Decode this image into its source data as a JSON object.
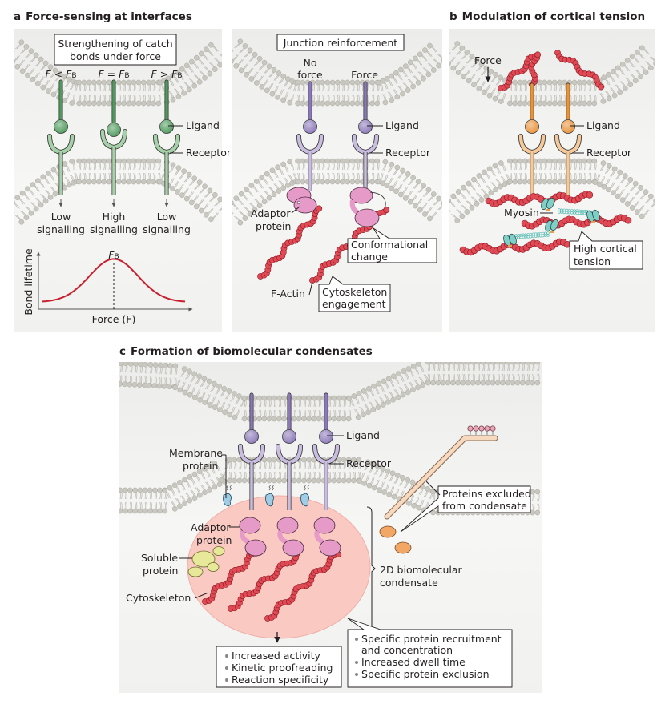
{
  "panel_a": {
    "letter": "a",
    "title": "Force-sensing at interfaces",
    "left": {
      "box_line1": "Strengthening of catch",
      "box_line2": "bonds under force",
      "conditions": [
        {
          "f": "F",
          "op": " < ",
          "fb": "F",
          "sub": "B"
        },
        {
          "f": "F",
          "op": " = ",
          "fb": "F",
          "sub": "B"
        },
        {
          "f": "F",
          "op": " > ",
          "fb": "F",
          "sub": "B"
        }
      ],
      "ligand_label": "Ligand",
      "receptor_label": "Receptor",
      "outcomes": [
        {
          "line1": "Low",
          "line2": "signalling"
        },
        {
          "line1": "High",
          "line2": "signalling"
        },
        {
          "line1": "Low",
          "line2": "signalling"
        }
      ],
      "receptor_color": "#4e9a5c",
      "receptor_light": "#a6d1a8"
    },
    "right": {
      "box_label": "Junction reinforcement",
      "col1_line1": "No",
      "col1_line2": "force",
      "col2_line1": "Force",
      "ligand_label": "Ligand",
      "receptor_label": "Receptor",
      "adaptor_line1": "Adaptor",
      "adaptor_line2": "protein",
      "conformational_line1": "Conformational",
      "conformational_line2": "change",
      "factin_label": "F-Actin",
      "cyto_line1": "Cytoskeleton",
      "cyto_line2": "engagement",
      "receptor_color": "#8b78b8",
      "receptor_light": "#c9bde0"
    }
  },
  "panel_b": {
    "letter": "b",
    "title": "Modulation of cortical tension",
    "force_label": "Force",
    "ligand_label": "Ligand",
    "receptor_label": "Receptor",
    "myosin_label": "Myosin",
    "tension_line1": "High cortical",
    "tension_line2": "tension",
    "receptor_color": "#e8923a",
    "receptor_light": "#f5c99a"
  },
  "panel_c": {
    "letter": "c",
    "title": "Formation of biomolecular condensates",
    "ligand_label": "Ligand",
    "receptor_label": "Receptor",
    "membrane_line1": "Membrane",
    "membrane_line2": "protein",
    "adaptor_line1": "Adaptor",
    "adaptor_line2": "protein",
    "soluble_line1": "Soluble",
    "soluble_line2": "protein",
    "cyto_label": "Cytoskeleton",
    "excluded_line1": "Proteins excluded",
    "excluded_line2": "from condensate",
    "condensate_line1": "2D biomolecular",
    "condensate_line2": "condensate",
    "outcomes": [
      "Increased activity",
      "Kinetic proofreading",
      "Reaction specificity"
    ],
    "features": [
      "Specific protein recruitment",
      "and concentration",
      "Increased dwell time",
      "Specific protein exclusion"
    ],
    "condensate_color": "#f9c9c2"
  },
  "chart_data": {
    "type": "line",
    "title": "",
    "xlabel": "Force (F)",
    "ylabel": "Bond lifetime",
    "annotation": "FB",
    "series": [
      {
        "name": "Catch bond lifetime",
        "shape": "bell curve peaking at FB"
      }
    ],
    "x": [
      0,
      0.1,
      0.2,
      0.3,
      0.4,
      0.5,
      0.6,
      0.7,
      0.8,
      0.9,
      1.0
    ],
    "values": [
      0.05,
      0.08,
      0.16,
      0.35,
      0.7,
      1.0,
      0.7,
      0.35,
      0.16,
      0.08,
      0.05
    ],
    "xlim": [
      0,
      1
    ],
    "ylim": [
      0,
      1.15
    ],
    "grid": false
  },
  "colors": {
    "lipid": "#c9c8c0",
    "actin": "#c8202f",
    "actin_light": "#e04a55",
    "adaptor": "#e59ac8",
    "myosin": "#7fcfc7",
    "membrane_protein": "#9fcde6",
    "soluble": "#e8e89a",
    "excluded": "#f2a766",
    "curve": "#c8202f"
  }
}
